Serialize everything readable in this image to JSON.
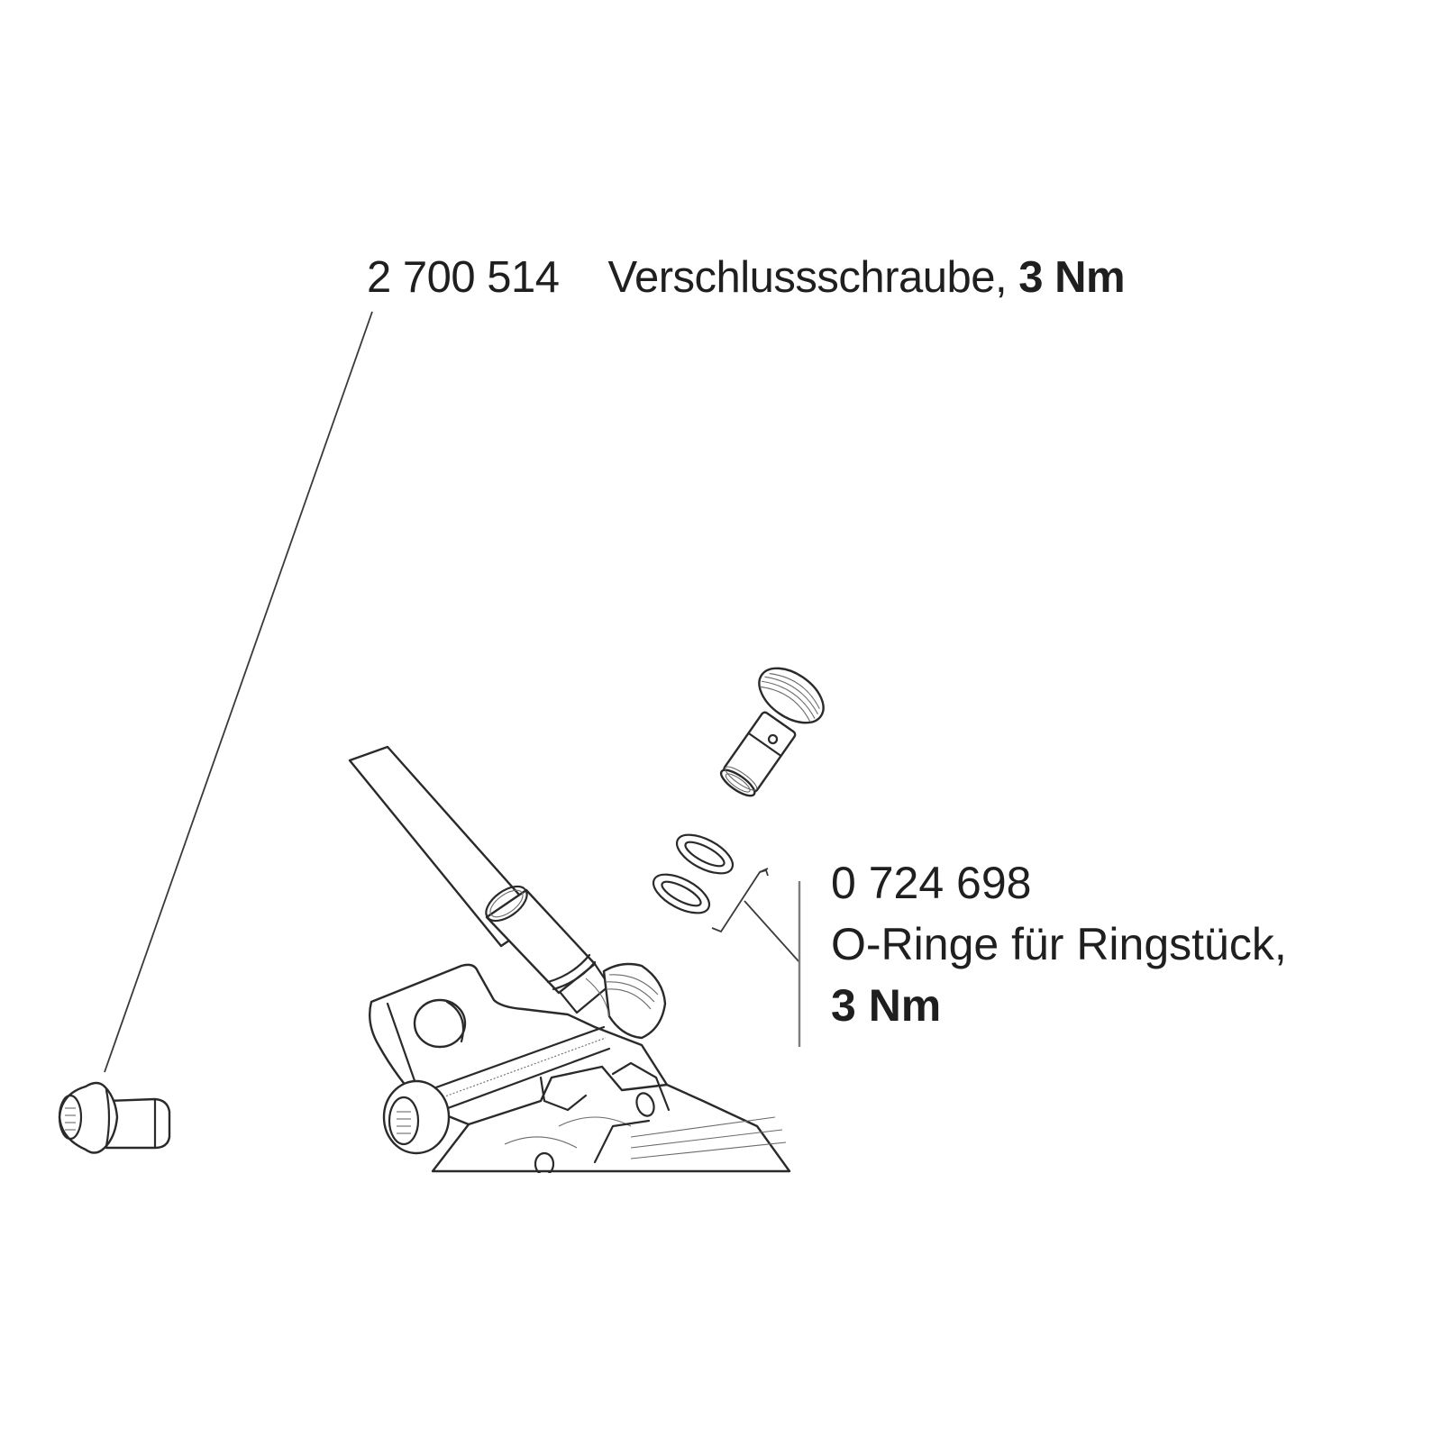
{
  "diagram": {
    "type": "exploded parts view",
    "subject": "hydraulic brake caliper with hose and banjo fitting"
  },
  "callouts": [
    {
      "id": "closing-screw",
      "part_number": "2 700 514",
      "description": "Verschlussschraube,",
      "torque": "3 Nm"
    },
    {
      "id": "o-rings",
      "part_number": "0 724 698",
      "description": "O-Ringe für Ringstück,",
      "torque": "3 Nm"
    }
  ],
  "colors": {
    "background": "#ffffff",
    "line": "#2a2a2a",
    "text": "#1f1f1f",
    "callout_bar": "#7d7d7d"
  }
}
